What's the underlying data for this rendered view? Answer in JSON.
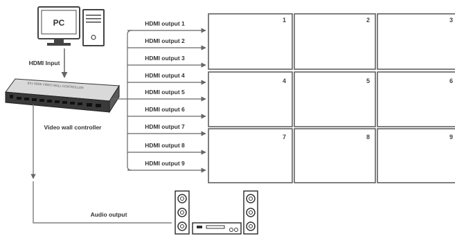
{
  "source": {
    "label": "PC",
    "input_label": "HDMI Input"
  },
  "controller": {
    "label": "Video wall controller",
    "front_text": "9X1 HDMI VIDEO WALL CONTROLLER"
  },
  "outputs": [
    "HDMI output 1",
    "HDMI output 2",
    "HDMI output 3",
    "HDMI output 4",
    "HDMI output 5",
    "HDMI output 6",
    "HDMI output 7",
    "HDMI output 8",
    "HDMI output 9"
  ],
  "video_wall": {
    "rows": 3,
    "cols": 3,
    "panel_numbers": [
      "1",
      "2",
      "3",
      "4",
      "5",
      "6",
      "7",
      "8",
      "9"
    ]
  },
  "audio": {
    "label": "Audio output"
  },
  "colors": {
    "line": "#666666",
    "panel_border": "#555555",
    "device_dark": "#3a3a3a",
    "text": "#333333"
  }
}
